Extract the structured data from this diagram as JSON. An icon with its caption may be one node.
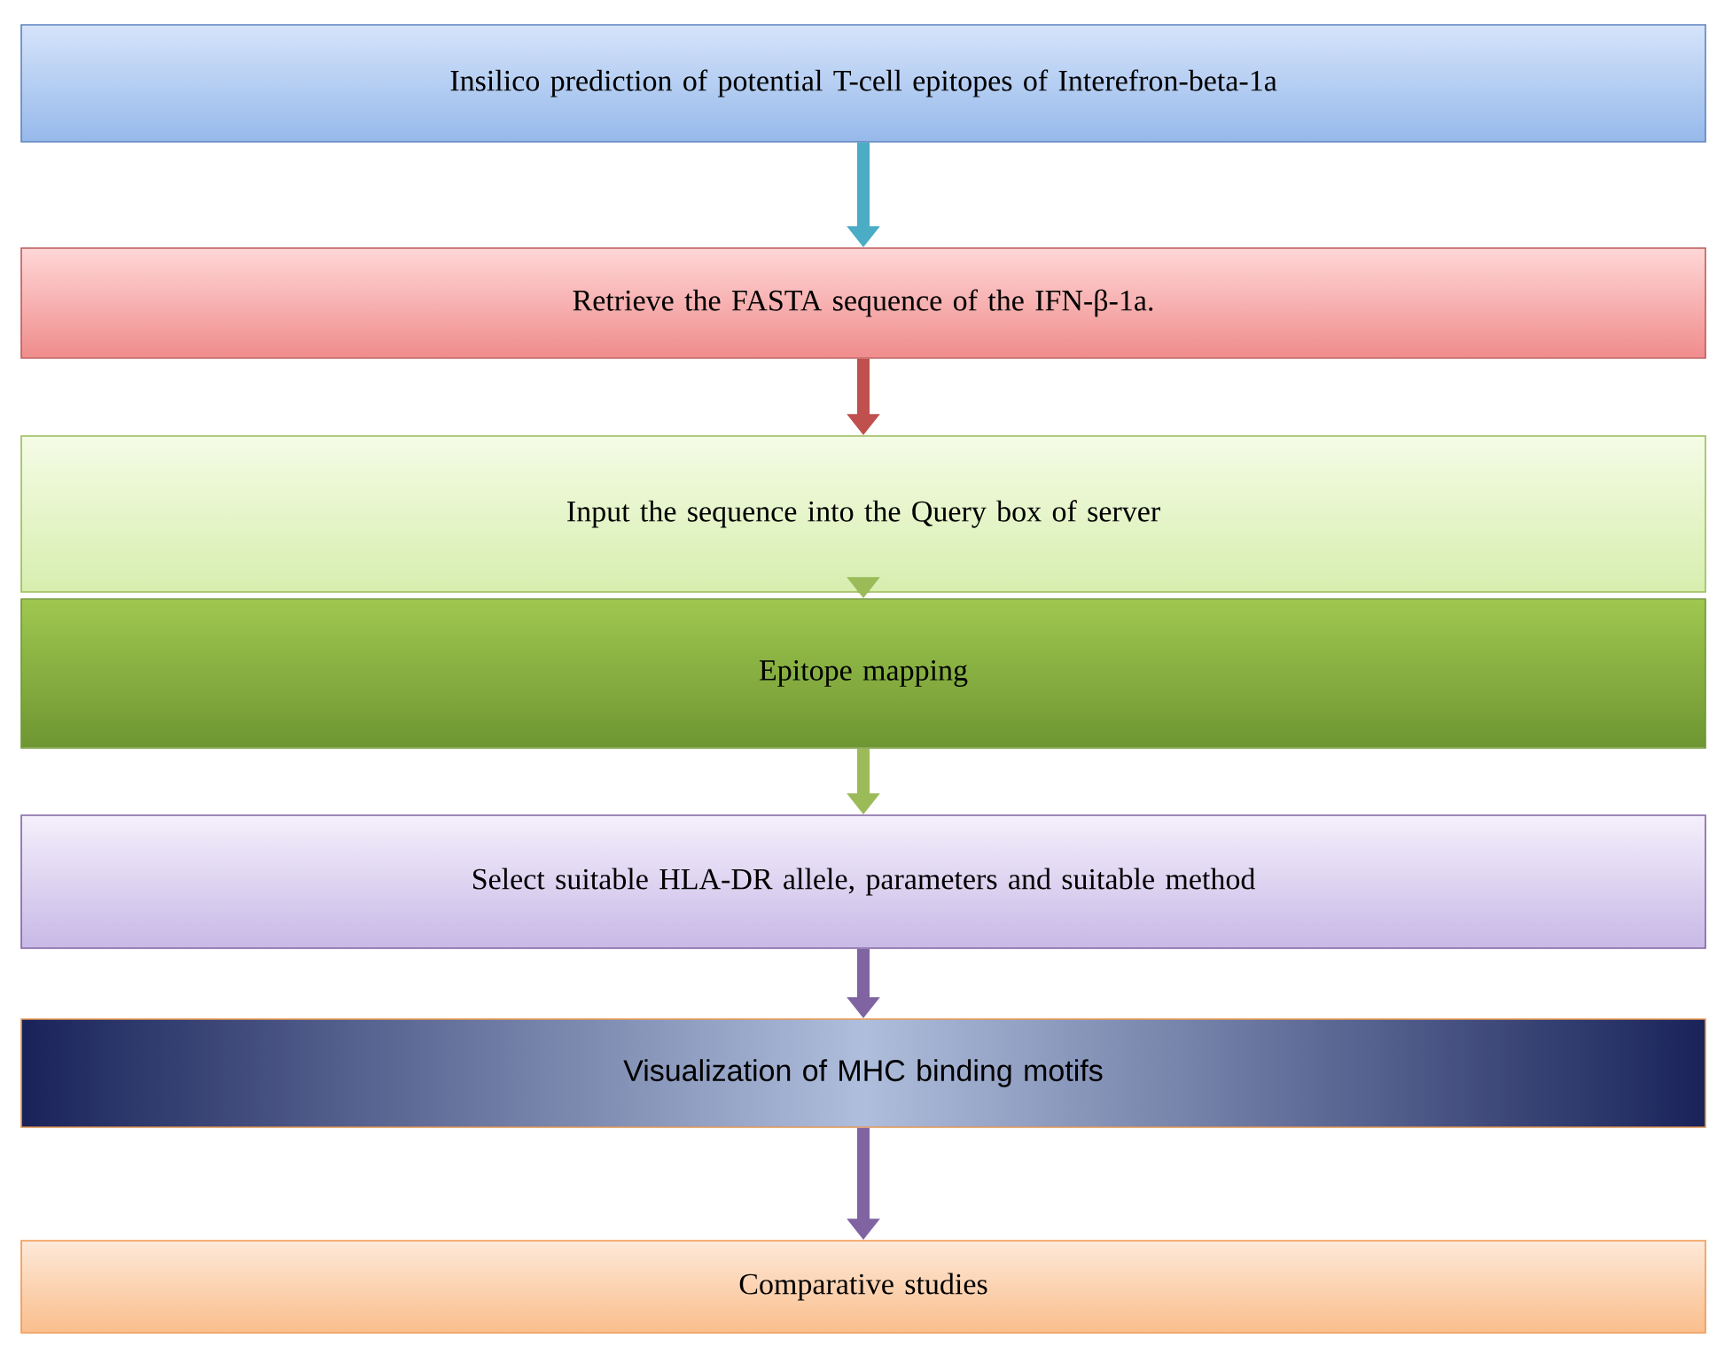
{
  "diagram": {
    "nodes": [
      {
        "text": [
          "Insilico prediction of potential T-cell epitopes of Interefron-beta-1a"
        ]
      },
      {
        "text": [
          "Retrieve the FASTA sequence of the IFN-β-1a."
        ]
      },
      {
        "text": [
          "Input the sequence into the Query box of server"
        ]
      },
      {
        "text": [
          "Epitope mapping"
        ]
      },
      {
        "text": [
          "Select suitable HLA-DR allele, parameters and suitable method"
        ]
      },
      {
        "text": [
          "Visualization of MHC binding motifs"
        ]
      },
      {
        "text": [
          "Comparative studies"
        ]
      }
    ],
    "edges": [
      {
        "from": 0,
        "to": 1,
        "arrow": "to",
        "color": "#4bacc6"
      },
      {
        "from": 1,
        "to": 2,
        "arrow": "to",
        "color": "#c0504d"
      },
      {
        "from": 2,
        "to": 3,
        "arrow": "to",
        "color": "#9bbb59"
      },
      {
        "from": 3,
        "to": 4,
        "arrow": "to",
        "color": "#9bbb59"
      },
      {
        "from": 4,
        "to": 5,
        "arrow": "to",
        "color": "#8064a2"
      },
      {
        "from": 5,
        "to": 6,
        "arrow": "to",
        "color": "#8064a2"
      }
    ]
  }
}
